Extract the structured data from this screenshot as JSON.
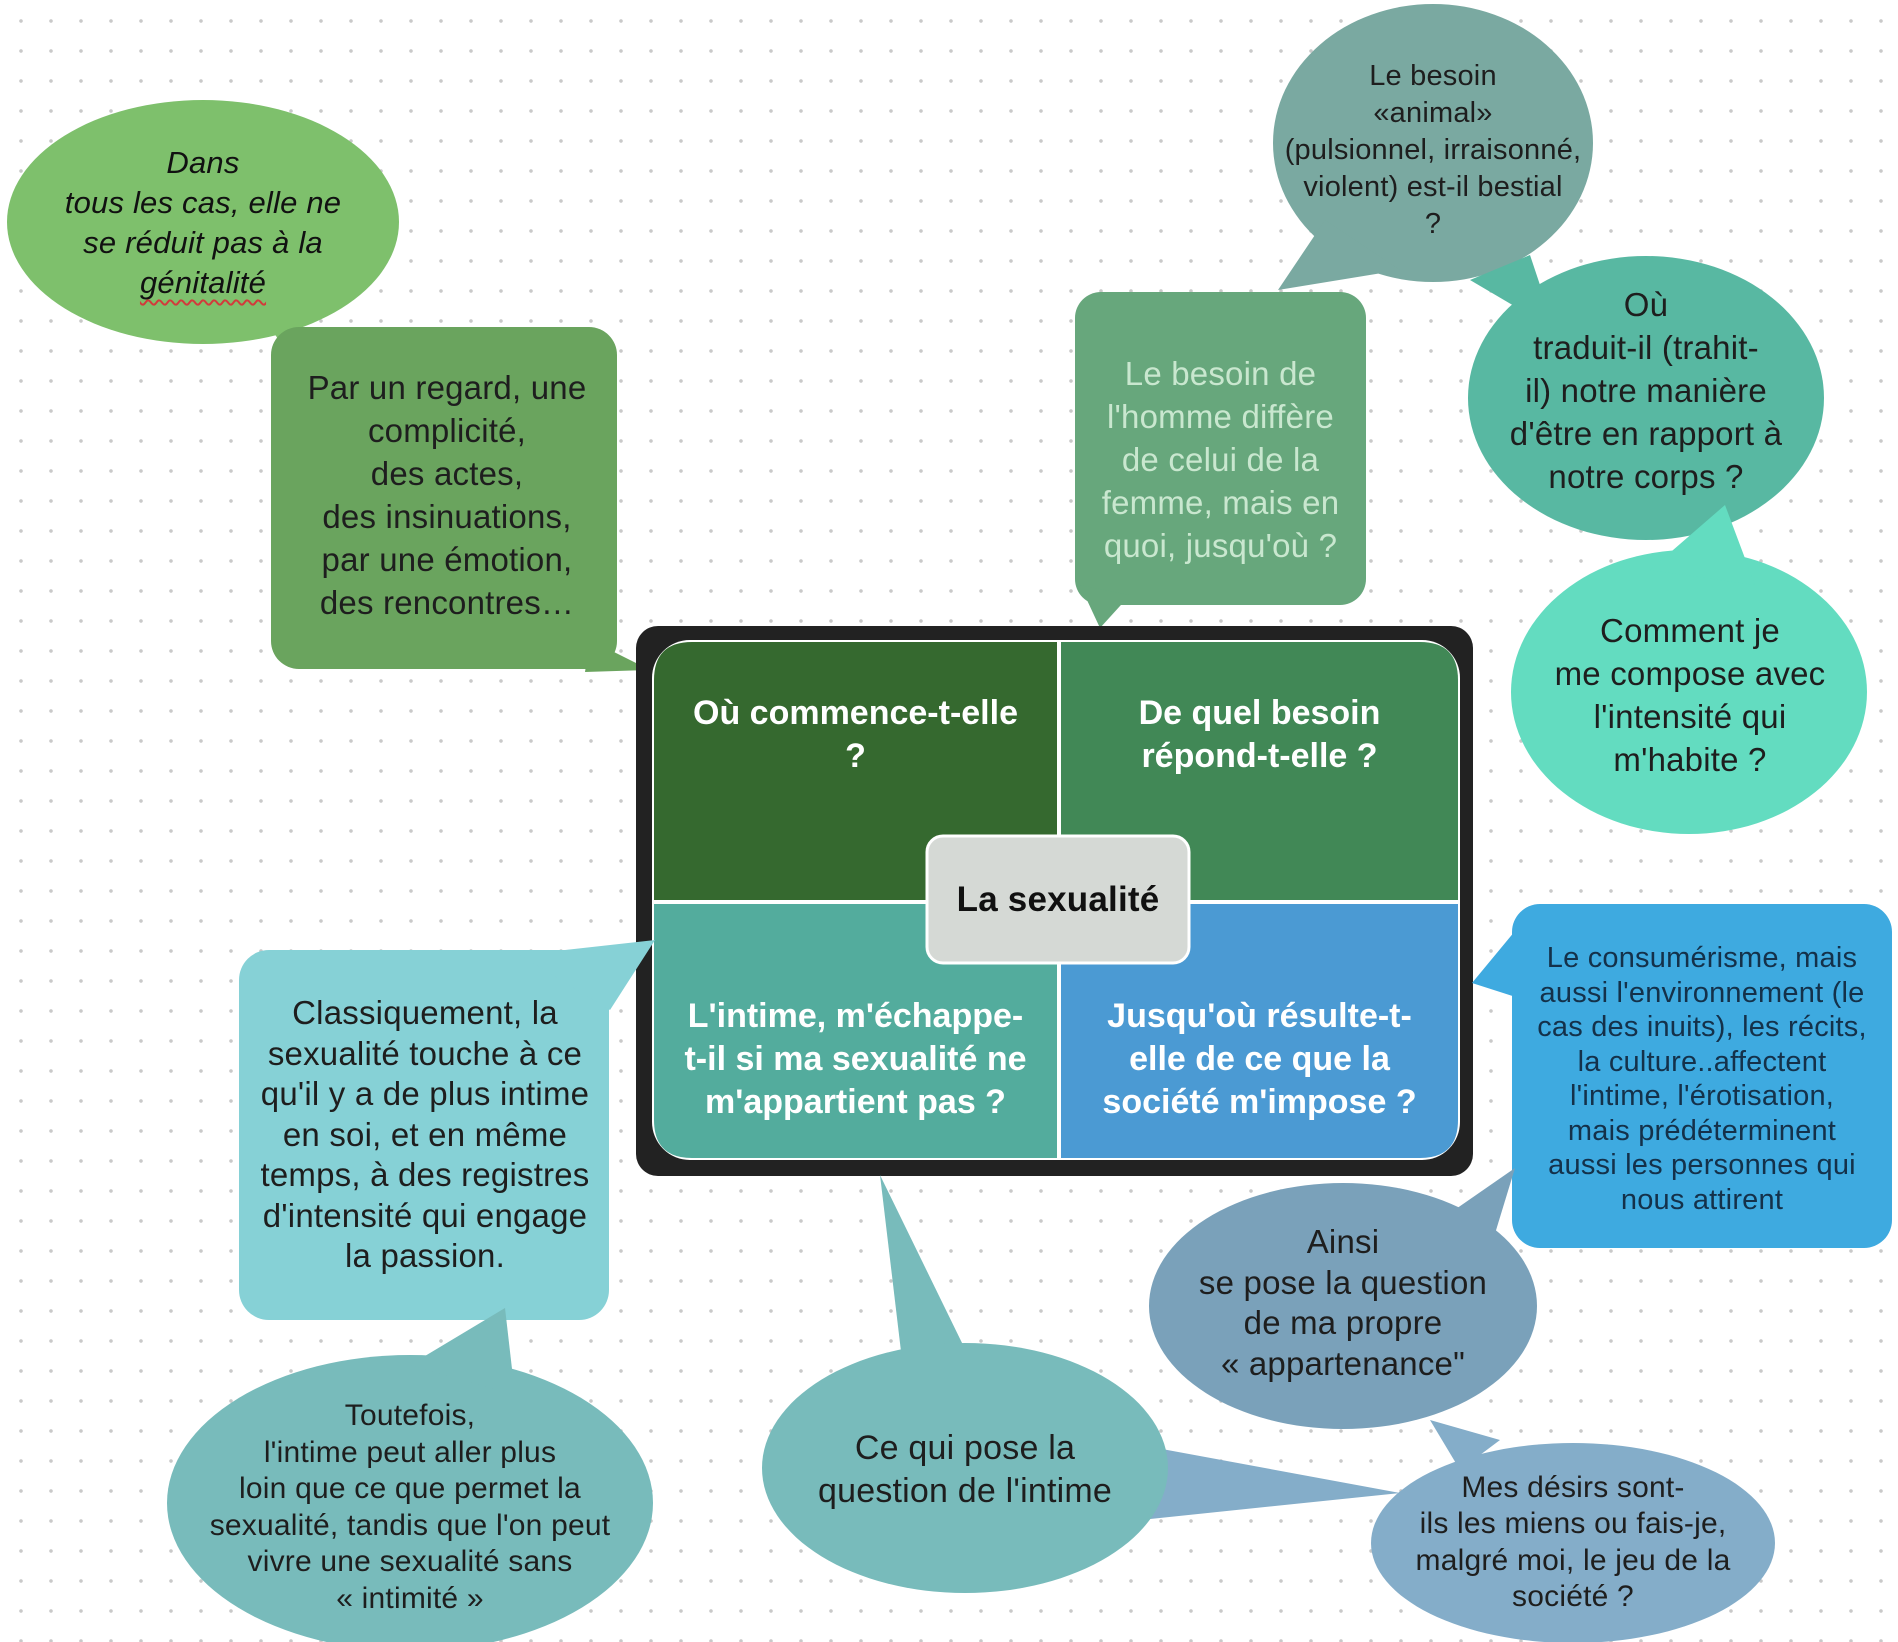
{
  "central": {
    "title": "La sexualité",
    "q_top_left": "Où commence-t-elle\n?",
    "q_top_right": "De quel besoin\nrépond-t-elle ?",
    "q_bottom_left": "L'intime, m'échappe-\nt-il si ma sexualité ne\nm'appartient pas ?",
    "q_bottom_right": "Jusqu'où résulte-t-\nelle de ce que la\nsociété m'impose ?"
  },
  "bubbles": {
    "dans_line1": "Dans",
    "dans_line2": "tous les cas, elle ne\nse réduit pas à la",
    "dans_word": "génitalité",
    "regard": "Par un regard, une\ncomplicité,\ndes actes,\ndes insinuations,\npar une émotion,\ndes rencontres…",
    "besoin_animal": "Le besoin\n«animal»\n(pulsionnel, irraisonné,\nviolent) est-il bestial\n?",
    "besoin_homme": "Le besoin de\nl'homme diffère\nde celui de la\nfemme, mais en\nquoi, jusqu'où ?",
    "traduit": "Où\ntraduit-il (trahit-\nil) notre manière\nd'être en rapport à\nnotre corps ?",
    "comment": "Comment je\nme compose avec\nl'intensité qui\nm'habite ?",
    "consumerisme": "Le consumérisme, mais\naussi l'environnement (le\ncas des inuits), les récits,\nla culture..affectent\nl'intime, l'érotisation,\nmais prédéterminent\naussi les personnes qui\nnous attirent",
    "ainsi": "Ainsi\nse pose la question\nde ma propre\n« appartenance\"",
    "desirs": "Mes désirs sont-\nils les miens ou fais-je,\nmalgré moi, le jeu de la\nsociété ?",
    "classiquement": "Classiquement, la\nsexualité touche à ce\nqu'il y a de plus intime\nen soi, et en même\ntemps, à des registres\nd'intensité qui engage\nla passion.",
    "toutefois": "Toutefois,\nl'intime peut aller plus\nloin que ce que permet la\nsexualité, tandis que l'on peut\nvivre une sexualité sans\n« intimité »",
    "ce_qui_pose": "Ce qui pose la\nquestion de l'intime"
  },
  "colors": {
    "dark_green": "#35692f",
    "mid_green": "#418856",
    "teal": "#53ac9d",
    "blue": "#4b9ad3",
    "light_green": "#7ec06c",
    "olive_green": "#6aa45e",
    "sage": "#67a77c",
    "grey_teal": "#7aa9a1",
    "sea": "#58b8a2",
    "mint": "#63dcc0",
    "sky": "#3eaae0",
    "slate": "#7aa1ba",
    "powder": "#84adc9",
    "cyan": "#86d1d6",
    "teal_grey": "#78bbbb"
  }
}
